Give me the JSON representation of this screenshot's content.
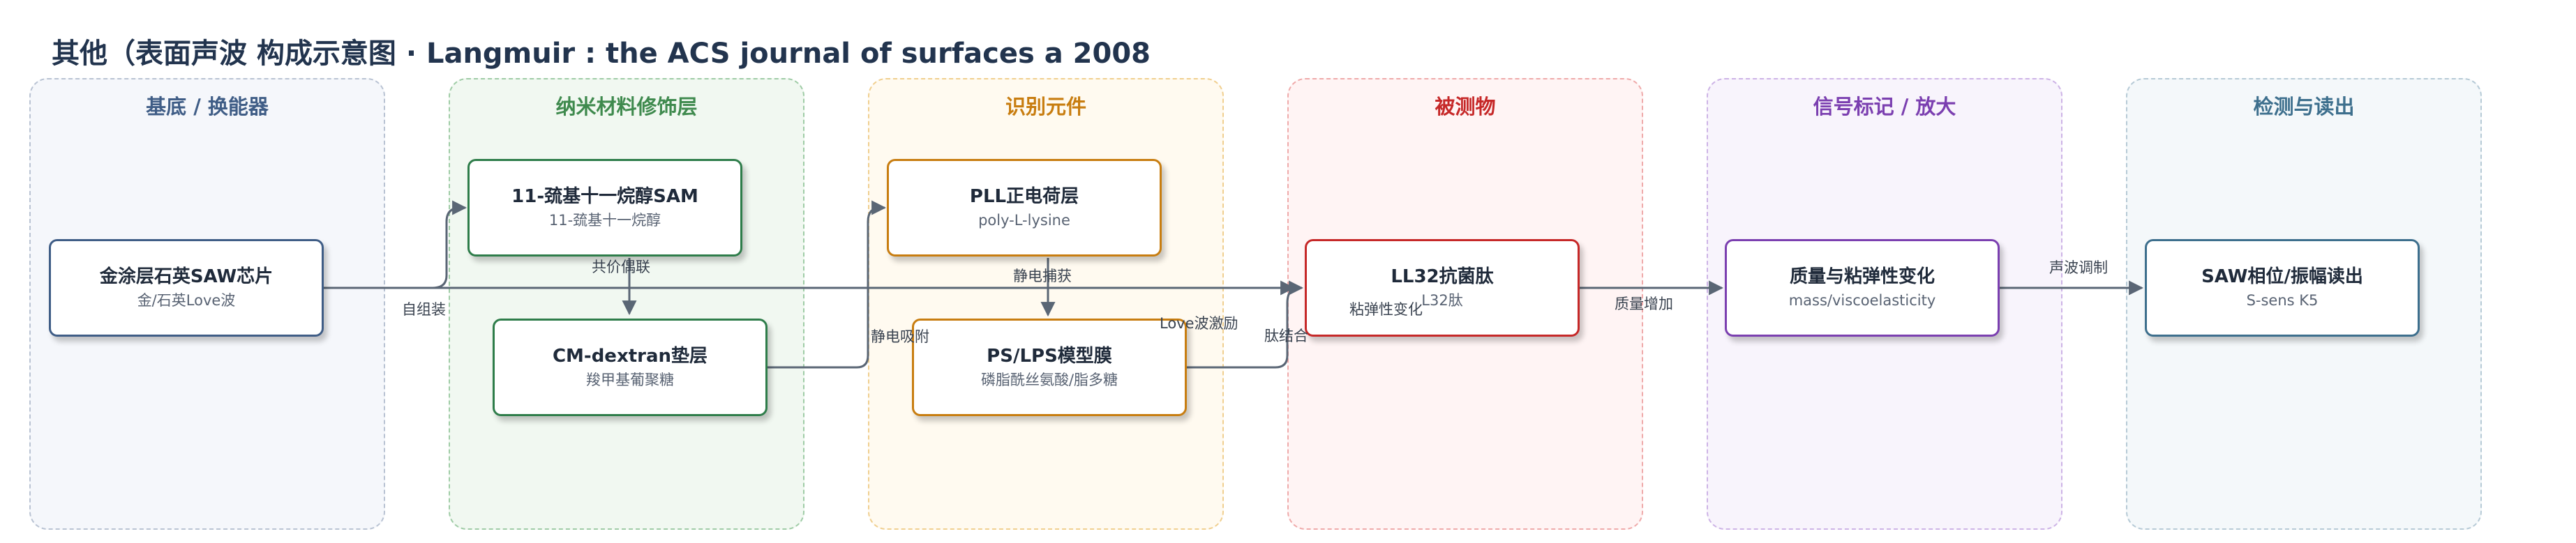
{
  "title": "其他（表面声波 构成示意图 · Langmuir : the ACS journal of surfaces a 2008",
  "lanes": [
    {
      "title": "基底 / 换能器",
      "color": "#3f5d86",
      "bg": "#f5f7fb",
      "border": "#b9c3d3"
    },
    {
      "title": "纳米材料修饰层",
      "color": "#3f8a4e",
      "bg": "#f1f8f1",
      "border": "#9fcca6"
    },
    {
      "title": "识别元件",
      "color": "#c87d10",
      "bg": "#fffaf0",
      "border": "#f0cf8f"
    },
    {
      "title": "被测物",
      "color": "#c62828",
      "bg": "#fff4f4",
      "border": "#efaaaa"
    },
    {
      "title": "信号标记 / 放大",
      "color": "#7b3fb0",
      "bg": "#f8f4fc",
      "border": "#cdb3e6"
    },
    {
      "title": "检测与读出",
      "color": "#3d6f8d",
      "bg": "#f4f8fa",
      "border": "#b6cad6"
    }
  ],
  "nodes": {
    "saw_chip": {
      "title": "金涂层石英SAW芯片",
      "sub": "金/石英Love波",
      "color": "#3f5d86"
    },
    "sam": {
      "title": "11-巯基十一烷醇SAM",
      "sub": "11-巯基十一烷醇",
      "color": "#2e7d4a"
    },
    "dextran": {
      "title": "CM-dextran垫层",
      "sub": "羧甲基葡聚糖",
      "color": "#2e7d4a"
    },
    "pll": {
      "title": "PLL正电荷层",
      "sub": "poly-L-lysine",
      "color": "#c87d10"
    },
    "membrane": {
      "title": "PS/LPS模型膜",
      "sub": "磷脂酰丝氨酸/脂多糖",
      "color": "#c87d10"
    },
    "peptide": {
      "title": "LL32抗菌肽",
      "sub": "L32肽",
      "color": "#c62828"
    },
    "mass": {
      "title": "质量与粘弹性变化",
      "sub": "mass/viscoelasticity",
      "color": "#7b3fb0"
    },
    "readout": {
      "title": "SAW相位/振幅读出",
      "sub": "S-sens K5",
      "color": "#3d6f8d"
    }
  },
  "edge_labels": {
    "self_assembly": "自组装",
    "covalent": "共价偶联",
    "electrostatic_adsorption": "静电吸附",
    "electrostatic_capture": "静电捕获",
    "love_wave": "Love波激励",
    "peptide_binding": "肽结合",
    "viscoelastic": "粘弹性变化",
    "mass_increase": "质量增加",
    "acoustic_mod": "声波调制"
  },
  "edge_color": "#5a6675"
}
